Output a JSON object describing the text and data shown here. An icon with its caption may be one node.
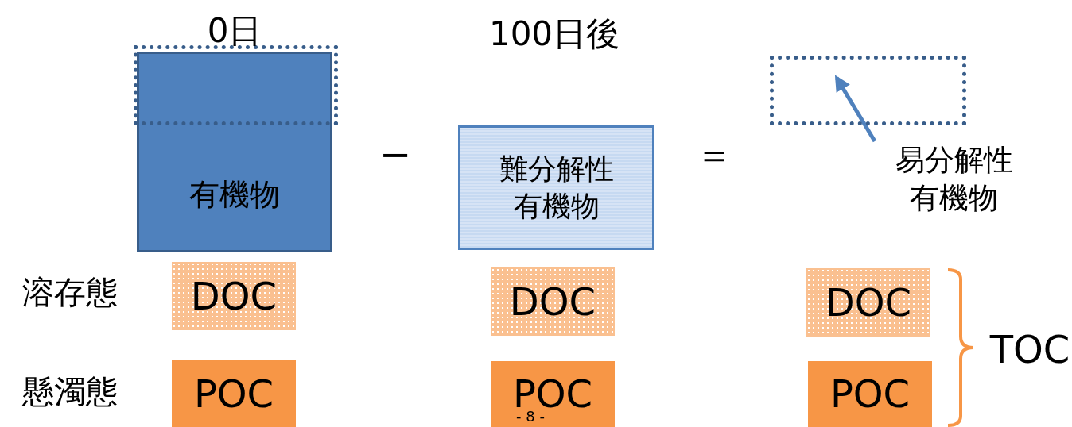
{
  "diagram": {
    "nodes": [
      {
        "text": [
          "有機物"
        ]
      },
      {
        "text": [],
        "shape": "box"
      },
      {
        "text": [
          "難分解性有機物"
        ]
      },
      {
        "text": [],
        "shape": "box"
      },
      {
        "text": [
          "易分解性有機物"
        ]
      },
      {
        "text": [
          "DOC"
        ]
      },
      {
        "text": [
          "POC"
        ]
      },
      {
        "text": [
          "DOC"
        ]
      },
      {
        "text": [
          "POC"
        ]
      },
      {
        "text": [
          "DOC"
        ]
      },
      {
        "text": [
          "POC"
        ]
      }
    ],
    "edges": [
      {
        "from": 4,
        "to": 3,
        "arrow": "to"
      }
    ],
    "labels": [
      "0日",
      "100日後",
      "−",
      "＝",
      "溶存態",
      "TOC",
      "懸濁態",
      "- 8 -"
    ]
  }
}
